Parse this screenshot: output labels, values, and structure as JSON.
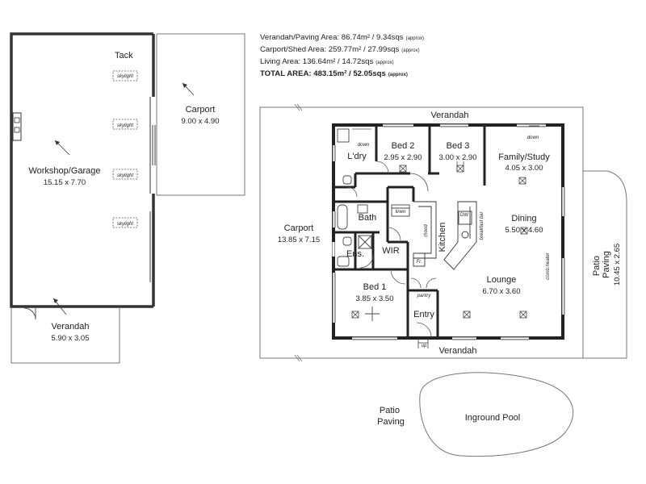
{
  "summary": {
    "verandah": "Verandah/Paving Area: 86.74m² / 9.34sqs",
    "carport_shed": "Carport/Shed Area: 259.77m² / 27.99sqs",
    "living": "Living Area: 136.64m² / 14.72sqs",
    "total": "TOTAL AREA: 483.15m² / 52.05sqs",
    "approx": "(approx)"
  },
  "shed": {
    "tack": "Tack",
    "workshop_name": "Workshop/Garage",
    "workshop_dims": "15.15 x 7.70",
    "skylight": "skylight",
    "carport_name": "Carport",
    "carport_dims": "9.00 x 4.90",
    "verandah_name": "Verandah",
    "verandah_dims": "5.90 x 3.05"
  },
  "house": {
    "verandah": "Verandah",
    "carport_name": "Carport",
    "carport_dims": "13.85 x 7.15",
    "patio_name": "Patio\nPaving",
    "patio_dims": "10.45 x 2.65",
    "laundry": "L'dry",
    "bed2_name": "Bed 2",
    "bed2_dims": "2.95 x 2.90",
    "bed3_name": "Bed 3",
    "bed3_dims": "3.00 x 2.90",
    "family_name": "Family/Study",
    "family_dims": "4.05 x 3.00",
    "bath": "Bath",
    "linen": "linen",
    "kitchen": "Kitchen",
    "dining_name": "Dining",
    "dining_dims": "5.50 x 4.60",
    "ens": "Ens.",
    "wir": "WIR",
    "bed1_name": "Bed 1",
    "bed1_dims": "3.85 x 3.50",
    "pantry": "pantry",
    "entry": "Entry",
    "lounge_name": "Lounge",
    "lounge_dims": "6.70 x 3.60",
    "down": "down",
    "up": "up",
    "dw": "DW",
    "rhood": "rhood",
    "fr": "Fr.",
    "breakfast_bar": "breakfast bar",
    "comb_heater": "comb.heater"
  },
  "outdoor": {
    "patio_paving": "Patio\nPaving",
    "pool": "Inground Pool"
  }
}
